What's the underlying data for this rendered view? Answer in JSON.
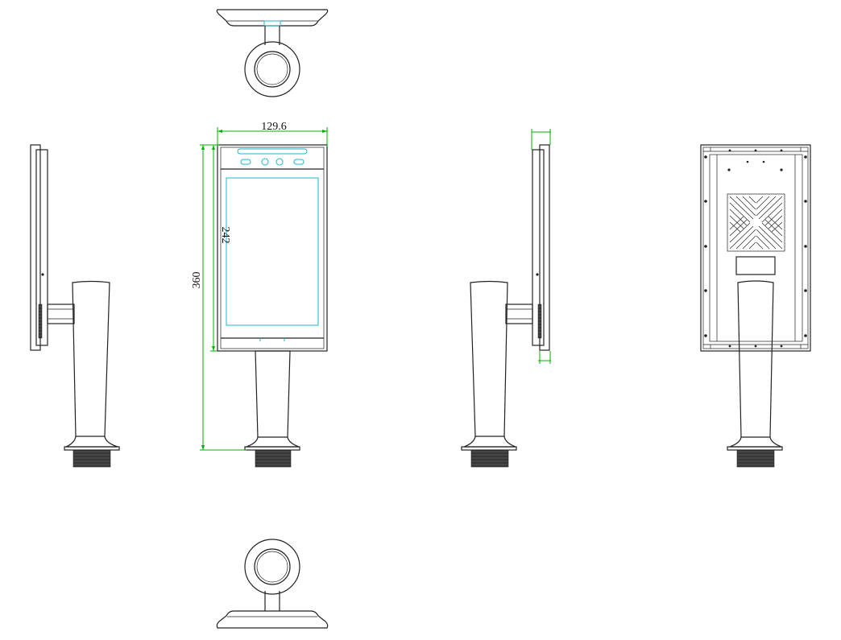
{
  "dimensions": {
    "width": "129.6",
    "height": "360",
    "screen_height": "242"
  },
  "colors": {
    "outline": "#222222",
    "dimension_lines": "#00b000",
    "screen_outline": "#18b8d0",
    "background": "#ffffff"
  }
}
